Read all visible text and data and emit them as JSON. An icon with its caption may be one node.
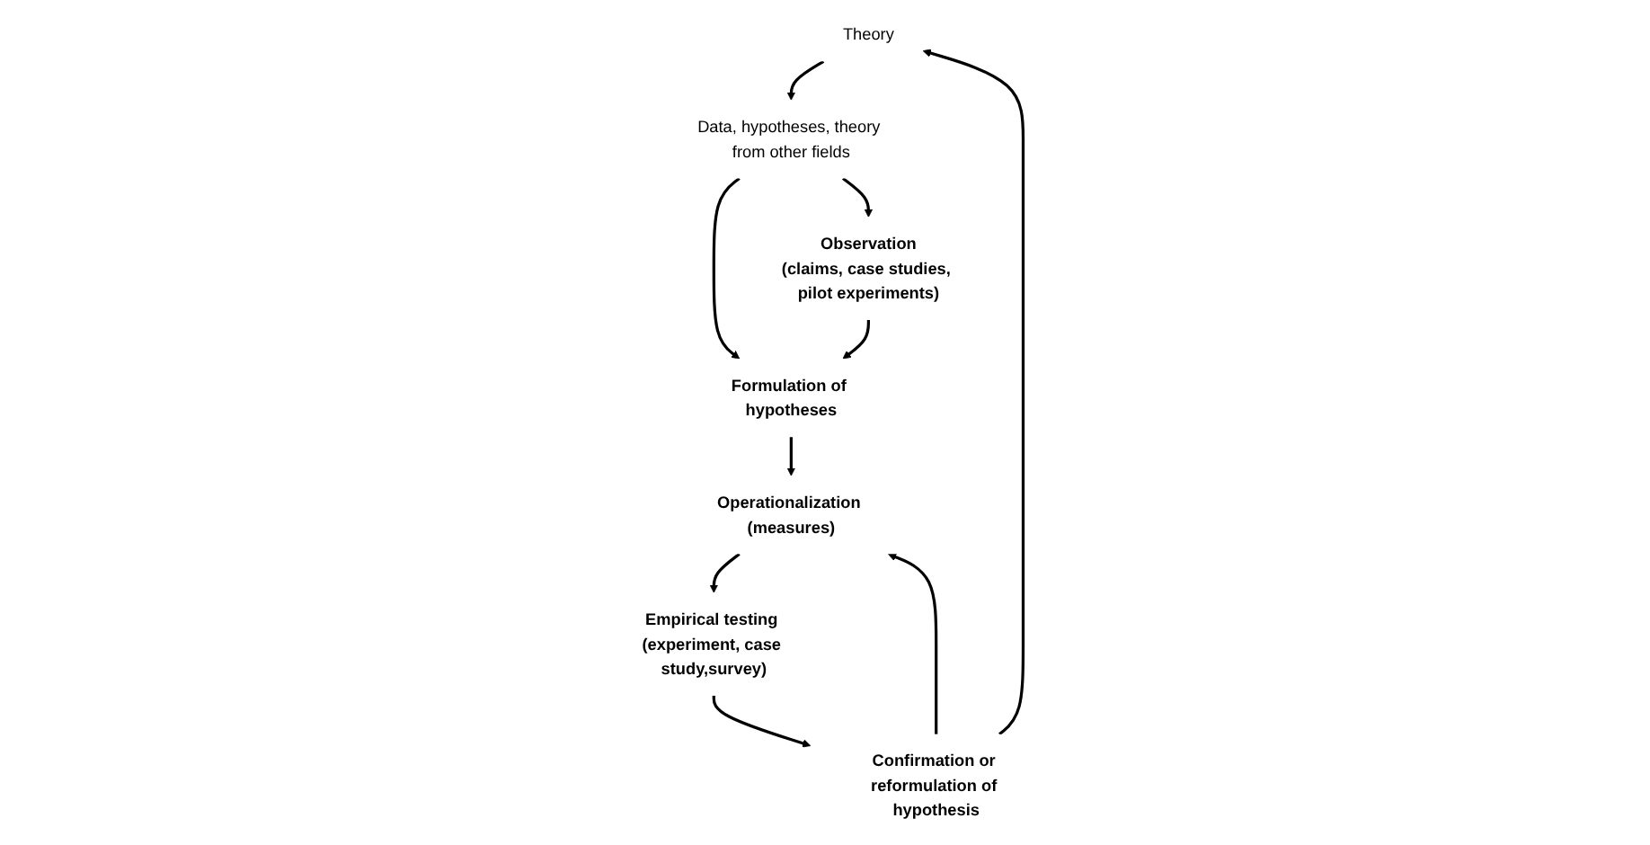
{
  "diagram": {
    "nodes": [
      {
        "text": [
          "Theory"
        ]
      },
      {
        "text": [
          "Data, hypotheses, theory from other fields"
        ]
      },
      {
        "text": [
          "Confirmation or reformulation of hypothesis"
        ]
      },
      {
        "text": [
          "Observation",
          "(claims, case studies, pilot experiments)"
        ]
      },
      {
        "text": [
          "Empirical testing (experiment, case study,survey)"
        ]
      },
      {
        "text": [
          "Formulation of hypotheses"
        ]
      },
      {
        "text": [
          "Operationalization (measures)"
        ]
      }
    ],
    "edges": [
      {
        "from": 0,
        "to": 1,
        "arrow": "to"
      },
      {
        "from": 1,
        "to": 3,
        "arrow": "to"
      },
      {
        "from": 1,
        "to": 5,
        "arrow": "to"
      },
      {
        "from": 3,
        "to": 5,
        "arrow": "to"
      },
      {
        "from": 5,
        "to": 6,
        "arrow": "to"
      },
      {
        "from": 2,
        "to": 6,
        "arrow": "to"
      },
      {
        "from": 6,
        "to": 4,
        "arrow": "to"
      },
      {
        "from": 4,
        "to": 2,
        "arrow": "to"
      },
      {
        "from": 2,
        "to": 0,
        "arrow": "to"
      }
    ]
  }
}
